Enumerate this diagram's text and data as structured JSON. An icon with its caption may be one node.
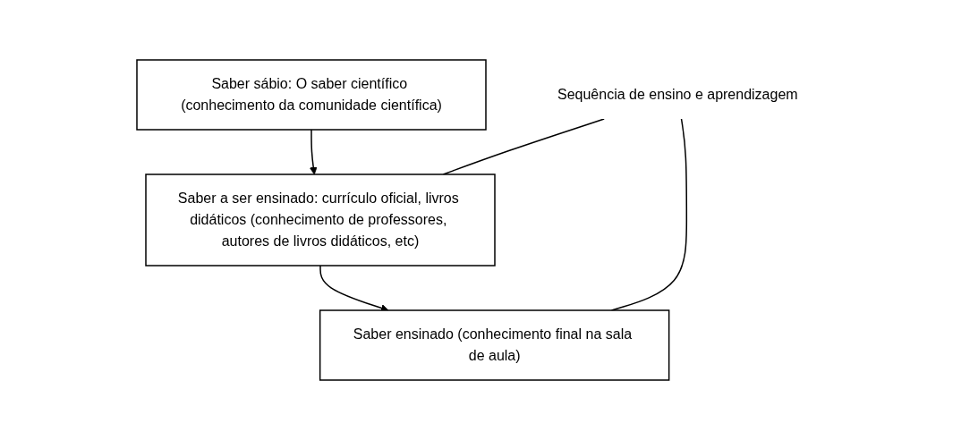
{
  "diagram": {
    "nodes": [
      {
        "text": [
          "Saber sábio: O saber científico (conhecimento da comunidade científica)"
        ]
      },
      {
        "text": [
          "Saber a ser ensinado: currículo oficial, livros didáticos (conhecimento de professores, autores de livros didáticos, etc)"
        ]
      },
      {
        "text": [
          "Saber ensinado (conhecimento final na sala de aula)"
        ]
      },
      {
        "text": [
          "Sequência de ensino e aprendizagem"
        ]
      }
    ],
    "edges": [
      {
        "from": 0,
        "to": 1,
        "arrow": "to"
      },
      {
        "from": 1,
        "to": 2,
        "arrow": "to"
      },
      {
        "from": 3,
        "to": 1,
        "arrow": "none"
      },
      {
        "from": 3,
        "to": 2,
        "arrow": "none"
      }
    ]
  }
}
